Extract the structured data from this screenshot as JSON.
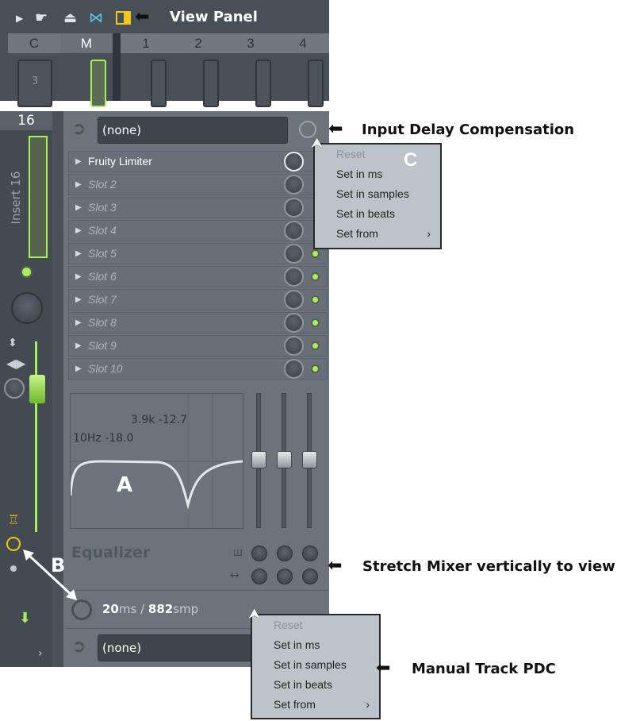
{
  "top_panel": {
    "toolbar_icons": [
      "play-triangle-icon",
      "hand-icon",
      "stamp-icon",
      "bowtie-icon",
      "view-panel-icon"
    ],
    "headers": [
      "C",
      "M",
      "1",
      "2",
      "3",
      "4"
    ],
    "c_meter_value": "3"
  },
  "strip": {
    "number": "16",
    "name": "Insert 16"
  },
  "input": {
    "value": "(none)"
  },
  "slots": [
    "Fruity Limiter",
    "Slot 2",
    "Slot 3",
    "Slot 4",
    "Slot 5",
    "Slot 6",
    "Slot 7",
    "Slot 8",
    "Slot 9",
    "Slot 10"
  ],
  "eq": {
    "label1": "3.9k -12.7",
    "label2": "10Hz -18.0",
    "title": "Equalizer",
    "marker": "A"
  },
  "pdc": {
    "value_ms": "20",
    "unit_ms": "ms",
    "sep": " / ",
    "value_smp": "882",
    "unit_smp": "smp"
  },
  "output": {
    "value": "(none)"
  },
  "menu_input": {
    "items": [
      "Reset",
      "Set in ms",
      "Set in samples",
      "Set in beats",
      "Set from"
    ],
    "marker": "C"
  },
  "menu_track": {
    "items": [
      "Reset",
      "Set in ms",
      "Set in samples",
      "Set in beats",
      "Set from"
    ]
  },
  "annotations": {
    "view_panel": "View Panel",
    "input_delay": "Input Delay Compensation",
    "stretch": "Stretch Mixer vertically to view",
    "manual_pdc": "Manual Track PDC",
    "marker_b": "B"
  },
  "colors": {
    "accent_green": "#a8f05a",
    "accent_yellow": "#f5c518",
    "panel": "#6b747c"
  }
}
